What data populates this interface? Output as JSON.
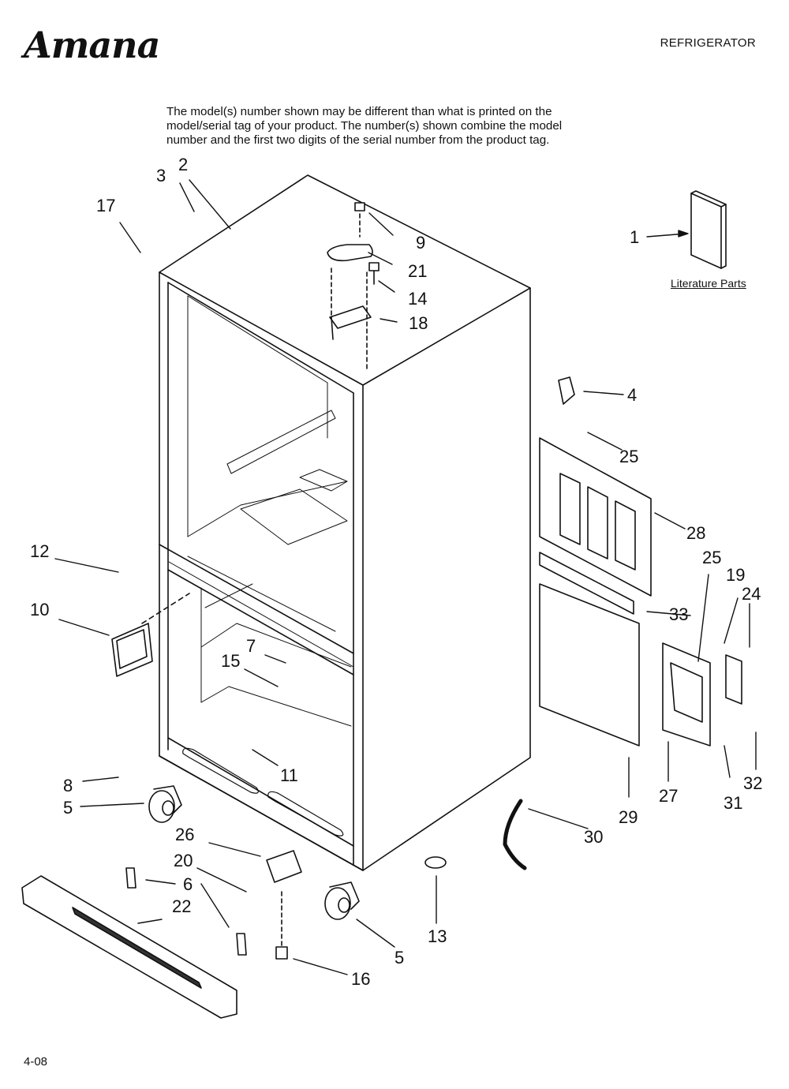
{
  "header": {
    "brand": "Amana",
    "category": "REFRIGERATOR"
  },
  "intro_lines": [
    "The model(s) number shown may be different than what is printed on the",
    "model/serial tag of your product. The number(s) shown combine the model",
    "number and the first two digits of the serial number from the product tag."
  ],
  "literature_label": "Literature Parts",
  "part_labels": [
    "1",
    "2",
    "3",
    "4",
    "5",
    "5",
    "6",
    "7",
    "8",
    "9",
    "10",
    "11",
    "12",
    "13",
    "14",
    "15",
    "16",
    "17",
    "18",
    "19",
    "20",
    "21",
    "22",
    "24",
    "25",
    "25",
    "26",
    "27",
    "28",
    "29",
    "30",
    "31",
    "32",
    "33"
  ],
  "footer": {
    "code": "4-08"
  }
}
